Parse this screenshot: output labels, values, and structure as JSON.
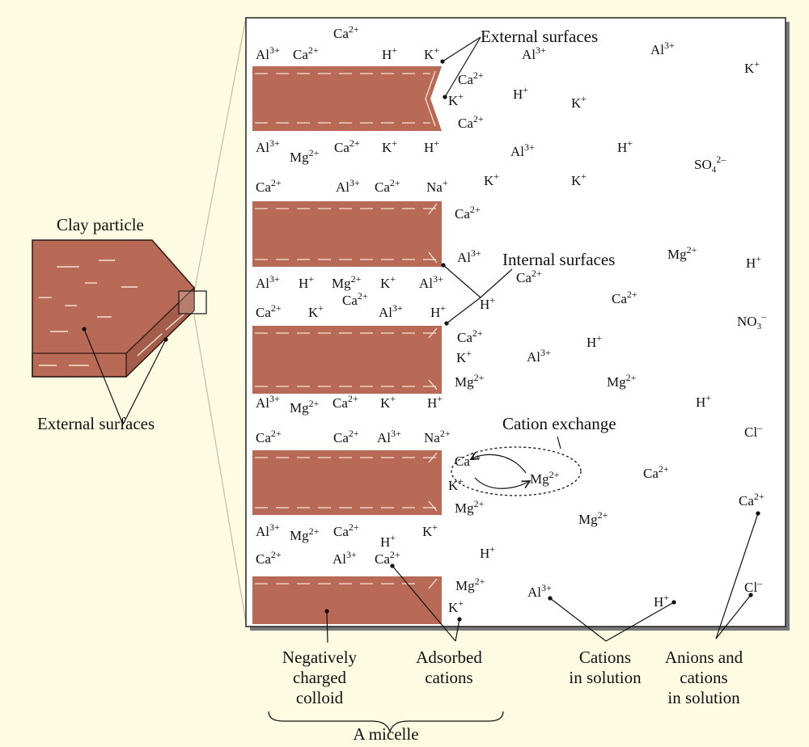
{
  "labels": {
    "clay_particle": "Clay particle",
    "external_surfaces_left": "External surfaces",
    "external_surfaces_top": "External surfaces",
    "internal_surfaces": "Internal surfaces",
    "cation_exchange": "Cation exchange",
    "neg_colloid": [
      "Negatively",
      "charged",
      "colloid"
    ],
    "adsorbed_cations": [
      "Adsorbed",
      "cations"
    ],
    "cations_in_solution": [
      "Cations",
      "in solution"
    ],
    "anions_cations_solution": [
      "Anions and",
      "cations",
      "in solution"
    ],
    "bottom_caption": "A micelle"
  },
  "ions": [
    {
      "base": "Ca",
      "sup": "2+"
    },
    {
      "base": "Al",
      "sup": "3+"
    },
    {
      "base": "Ca",
      "sup": "2+"
    },
    {
      "base": "H",
      "sup": "+"
    },
    {
      "base": "K",
      "sup": "+"
    },
    {
      "base": "Al",
      "sup": "3+"
    },
    {
      "base": "Al",
      "sup": "3+"
    },
    {
      "base": "K",
      "sup": "+"
    },
    {
      "base": "Ca",
      "sup": "2+"
    },
    {
      "base": "K",
      "sup": "+"
    },
    {
      "base": "H",
      "sup": "+"
    },
    {
      "base": "K",
      "sup": "+"
    },
    {
      "base": "Ca",
      "sup": "2+"
    },
    {
      "base": "Al",
      "sup": "3+"
    },
    {
      "base": "Mg",
      "sup": "2+"
    },
    {
      "base": "Ca",
      "sup": "2+"
    },
    {
      "base": "K",
      "sup": "+"
    },
    {
      "base": "H",
      "sup": "+"
    },
    {
      "base": "Al",
      "sup": "3+"
    },
    {
      "base": "H",
      "sup": "+"
    },
    {
      "base": "SO",
      "sub": "4",
      "sup": "2–"
    },
    {
      "base": "Ca",
      "sup": "2+"
    },
    {
      "base": "Al",
      "sup": "3+"
    },
    {
      "base": "Ca",
      "sup": "2+"
    },
    {
      "base": "Na",
      "sup": "+"
    },
    {
      "base": "K",
      "sup": "+"
    },
    {
      "base": "K",
      "sup": "+"
    },
    {
      "base": "Ca",
      "sup": "2+"
    },
    {
      "base": "Al",
      "sup": "3+"
    },
    {
      "base": "Mg",
      "sup": "2+"
    },
    {
      "base": "H",
      "sup": "+"
    },
    {
      "base": "Al",
      "sup": "3+"
    },
    {
      "base": "H",
      "sup": "+"
    },
    {
      "base": "Mg",
      "sup": "2+"
    },
    {
      "base": "K",
      "sup": "+"
    },
    {
      "base": "Al",
      "sup": "3+"
    },
    {
      "base": "Ca",
      "sup": "2+"
    },
    {
      "base": "Ca",
      "sup": "2+"
    },
    {
      "base": "K",
      "sup": "+"
    },
    {
      "base": "Ca",
      "sup": "2+"
    },
    {
      "base": "Al",
      "sup": "3+"
    },
    {
      "base": "H",
      "sup": "+"
    },
    {
      "base": "H",
      "sup": "+"
    },
    {
      "base": "Ca",
      "sup": "2+"
    },
    {
      "base": "NO",
      "sub": "3",
      "sup": "–"
    },
    {
      "base": "Ca",
      "sup": "2+"
    },
    {
      "base": "H",
      "sup": "+"
    },
    {
      "base": "K",
      "sup": "+"
    },
    {
      "base": "Al",
      "sup": "3+"
    },
    {
      "base": "Mg",
      "sup": "2+"
    },
    {
      "base": "Mg",
      "sup": "2+"
    },
    {
      "base": "Al",
      "sup": "3+"
    },
    {
      "base": "Mg",
      "sup": "2+"
    },
    {
      "base": "Ca",
      "sup": "2+"
    },
    {
      "base": "K",
      "sup": "+"
    },
    {
      "base": "H",
      "sup": "+"
    },
    {
      "base": "H",
      "sup": "+"
    },
    {
      "base": "Ca",
      "sup": "2+"
    },
    {
      "base": "Ca",
      "sup": "2+"
    },
    {
      "base": "Al",
      "sup": "3+"
    },
    {
      "base": "Na",
      "sup": "2+"
    },
    {
      "base": "Cl",
      "sup": "–"
    },
    {
      "base": "Ca",
      "sup": "2+"
    },
    {
      "base": "Mg",
      "sup": "2+"
    },
    {
      "base": "K",
      "sup": "+"
    },
    {
      "base": "Ca",
      "sup": "2+"
    },
    {
      "base": "Mg",
      "sup": "2+"
    },
    {
      "base": "Mg",
      "sup": "2+"
    },
    {
      "base": "Ca",
      "sup": "2+"
    },
    {
      "base": "Al",
      "sup": "3+"
    },
    {
      "base": "Mg",
      "sup": "2+"
    },
    {
      "base": "Ca",
      "sup": "2+"
    },
    {
      "base": "H",
      "sup": "+"
    },
    {
      "base": "K",
      "sup": "+"
    },
    {
      "base": "H",
      "sup": "+"
    },
    {
      "base": "Ca",
      "sup": "2+"
    },
    {
      "base": "Al",
      "sup": "3+"
    },
    {
      "base": "Ca",
      "sup": "2+"
    },
    {
      "base": "Mg",
      "sup": "2+"
    },
    {
      "base": "Al",
      "sup": "3+"
    },
    {
      "base": "H",
      "sup": "+"
    },
    {
      "base": "Cl",
      "sup": "–"
    },
    {
      "base": "K",
      "sup": "+"
    }
  ]
}
